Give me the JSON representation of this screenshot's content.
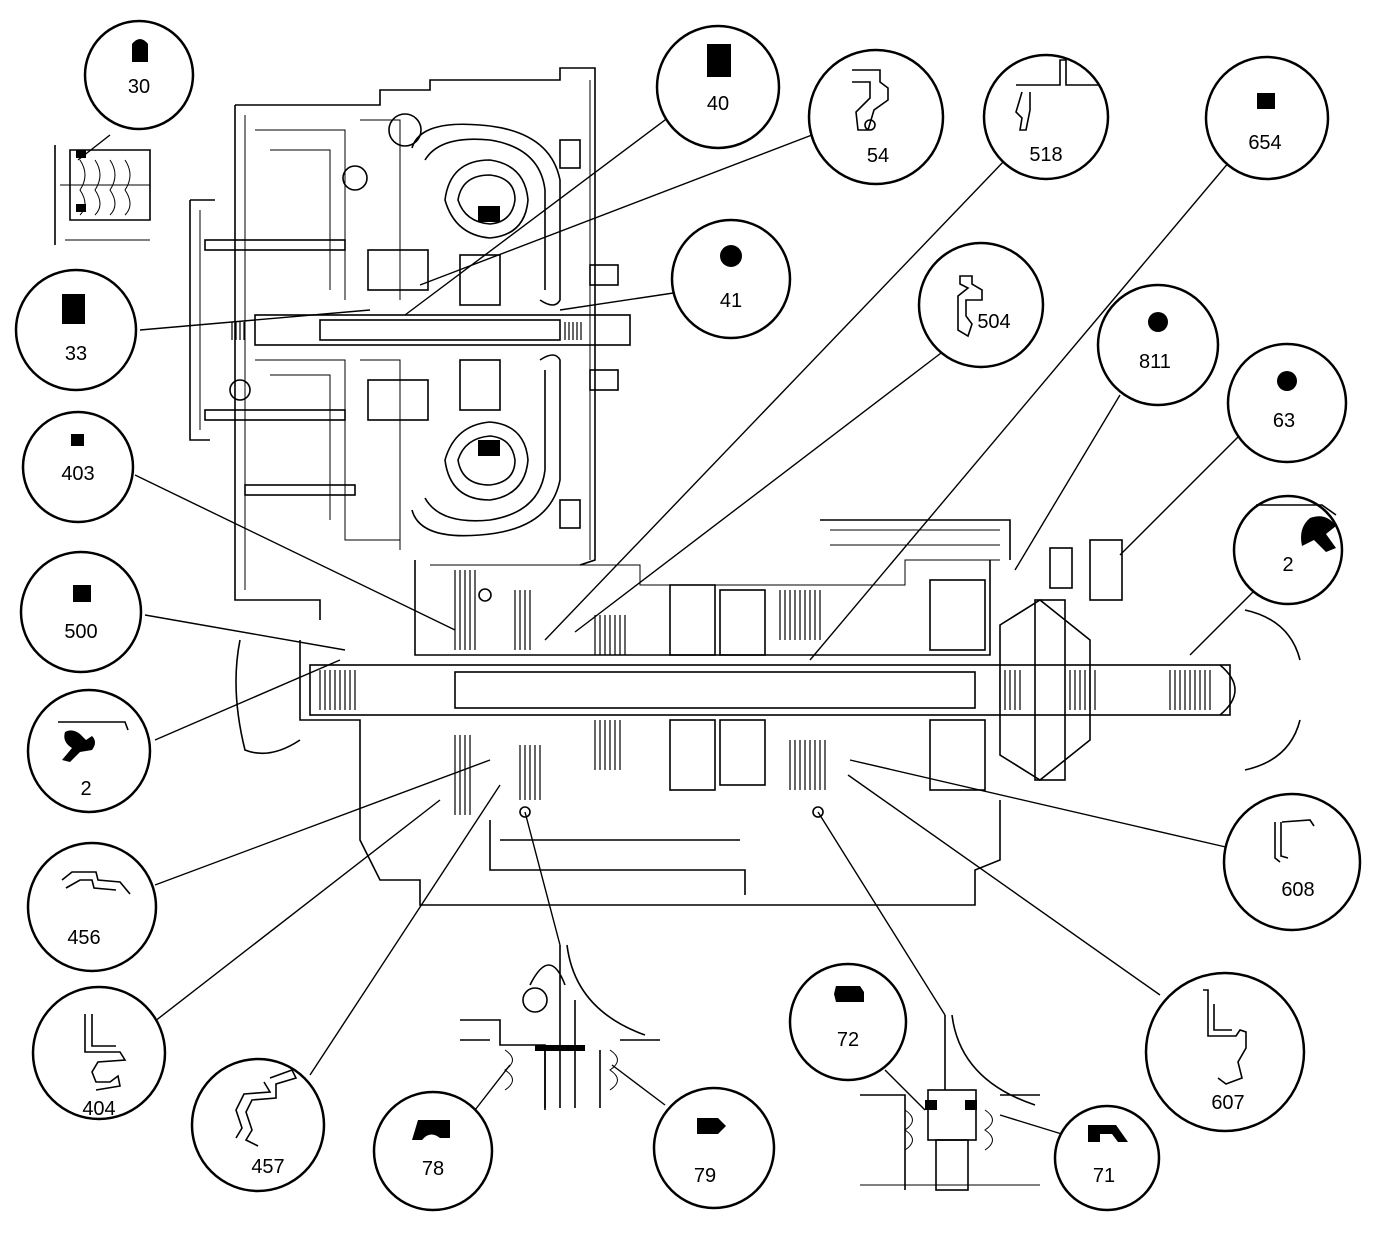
{
  "diagram": {
    "callouts": [
      {
        "id": "30",
        "label": "30",
        "symbol": "bullet-head"
      },
      {
        "id": "40",
        "label": "40",
        "symbol": "tall-square"
      },
      {
        "id": "54",
        "label": "54",
        "symbol": "seal-profile"
      },
      {
        "id": "518",
        "label": "518",
        "symbol": "seal-profile"
      },
      {
        "id": "654",
        "label": "654",
        "symbol": "small-square"
      },
      {
        "id": "41",
        "label": "41",
        "symbol": "dot"
      },
      {
        "id": "504",
        "label": "504",
        "symbol": "seal-profile"
      },
      {
        "id": "811",
        "label": "811",
        "symbol": "dot"
      },
      {
        "id": "63",
        "label": "63",
        "symbol": "dot"
      },
      {
        "id": "33",
        "label": "33",
        "symbol": "tall-square"
      },
      {
        "id": "403",
        "label": "403",
        "symbol": "small-square"
      },
      {
        "id": "500",
        "label": "500",
        "symbol": "small-square"
      },
      {
        "id": "2-left",
        "label": "2",
        "symbol": "lip-seal"
      },
      {
        "id": "2-right",
        "label": "2",
        "symbol": "lip-seal"
      },
      {
        "id": "456",
        "label": "456",
        "symbol": "seal-profile"
      },
      {
        "id": "404",
        "label": "404",
        "symbol": "seal-profile"
      },
      {
        "id": "457",
        "label": "457",
        "symbol": "seal-profile"
      },
      {
        "id": "78",
        "label": "78",
        "symbol": "trapezoid"
      },
      {
        "id": "79",
        "label": "79",
        "symbol": "d-shape"
      },
      {
        "id": "72",
        "label": "72",
        "symbol": "d-shape"
      },
      {
        "id": "71",
        "label": "71",
        "symbol": "n-shape"
      },
      {
        "id": "607",
        "label": "607",
        "symbol": "seal-profile"
      },
      {
        "id": "608",
        "label": "608",
        "symbol": "seal-profile"
      }
    ]
  }
}
